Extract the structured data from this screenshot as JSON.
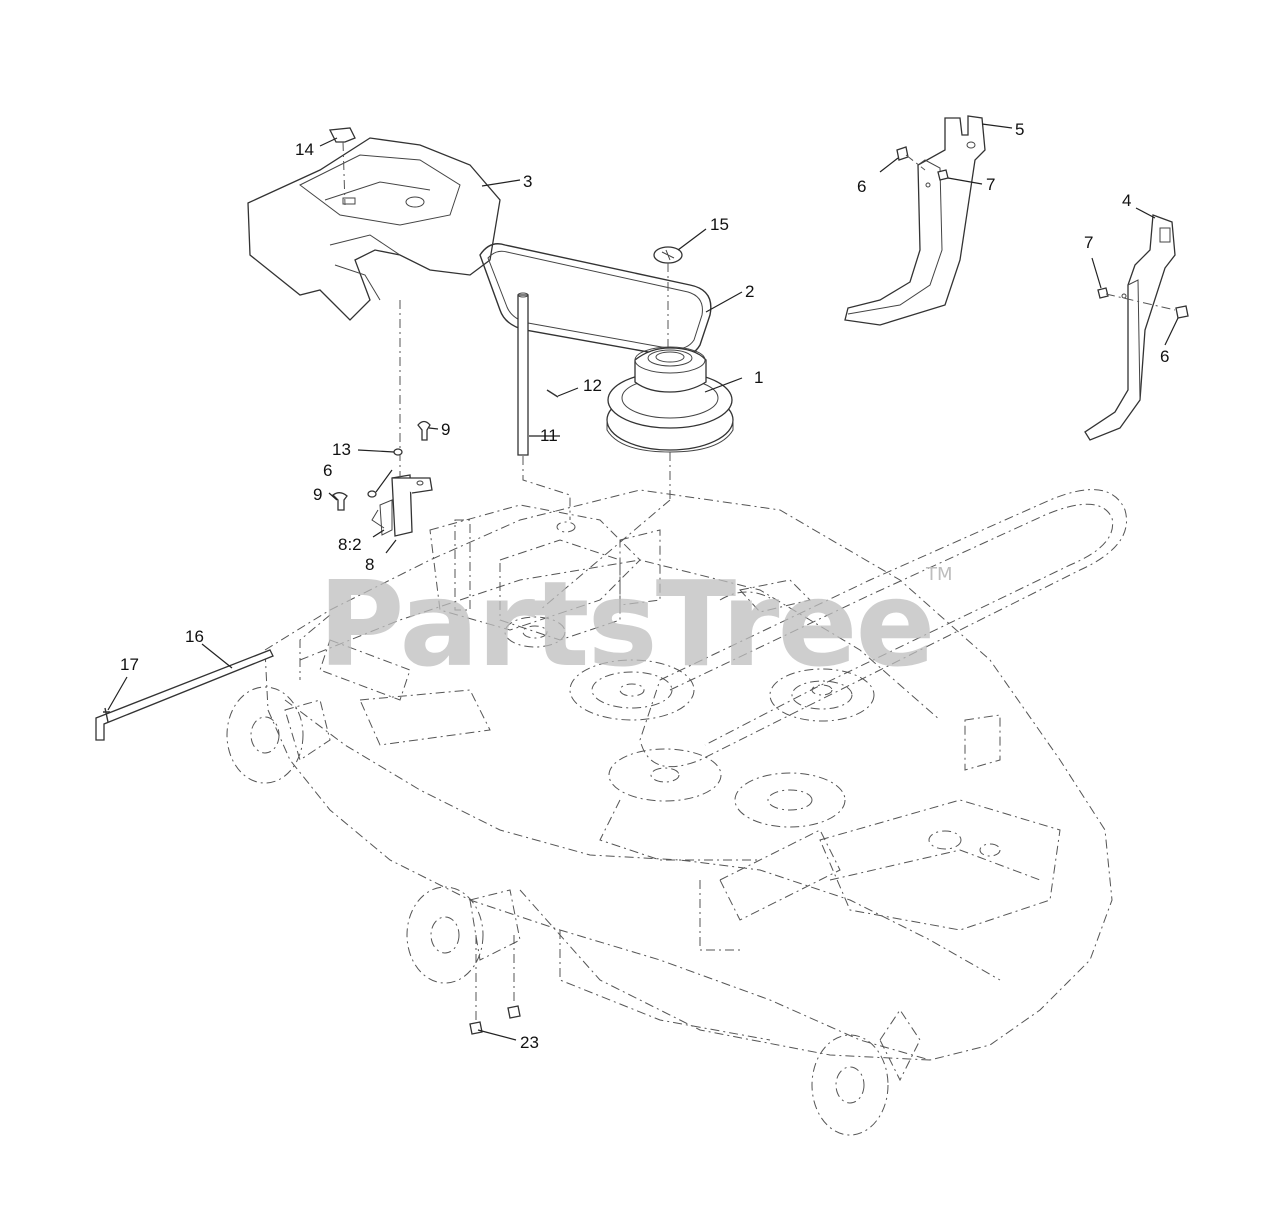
{
  "watermark": {
    "text": "PartsTree",
    "trademark": "TM"
  },
  "callouts": {
    "c1": "1",
    "c2": "2",
    "c3": "3",
    "c4": "4",
    "c5": "5",
    "c6a": "6",
    "c6b": "6",
    "c6c": "6",
    "c7a": "7",
    "c7b": "7",
    "c8": "8",
    "c82": "8:2",
    "c9a": "9",
    "c9b": "9",
    "c11": "11",
    "c12": "12",
    "c13": "13",
    "c14": "14",
    "c15": "15",
    "c16": "16",
    "c17": "17",
    "c23": "23"
  }
}
